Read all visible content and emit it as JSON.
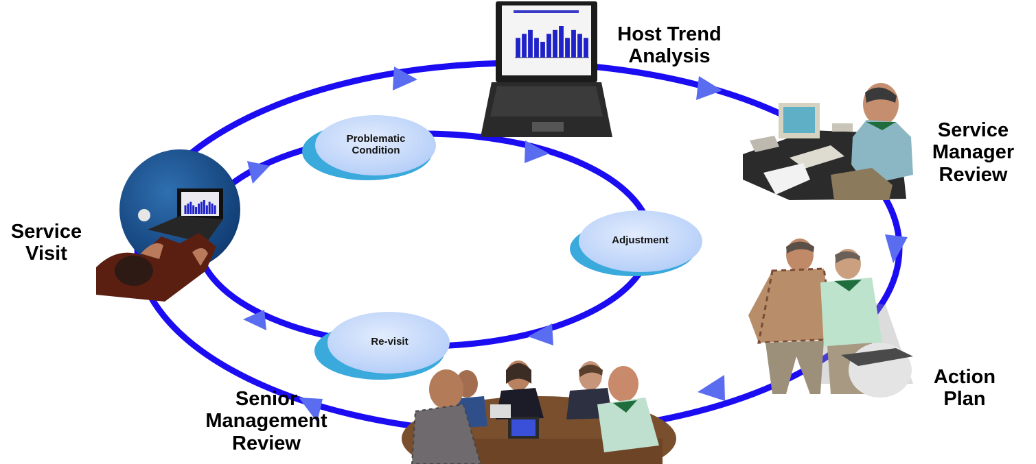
{
  "stages": {
    "host_trend_analysis": "Host Trend\nAnalysis",
    "service_manager_review": "Service\nManager\nReview",
    "action_plan": "Action\nPlan",
    "senior_management_review": "Senior\nManagement\nReview",
    "service_visit": "Service\nVisit"
  },
  "inner_steps": {
    "problematic_condition": "Problematic\nCondition",
    "adjustment": "Adjustment",
    "revisit": "Re-visit"
  },
  "colors": {
    "loop": "#1b0cf2",
    "arrow": "#5a6cf0",
    "bubble": "#bfd6fb",
    "bubble_shadow": "#3aa9dc",
    "laptop_screen": "#1e22c8"
  },
  "laptop_chart": {
    "type": "bar",
    "values": [
      5,
      6,
      7,
      5,
      4,
      6,
      7,
      8,
      5,
      7,
      6,
      5
    ]
  }
}
